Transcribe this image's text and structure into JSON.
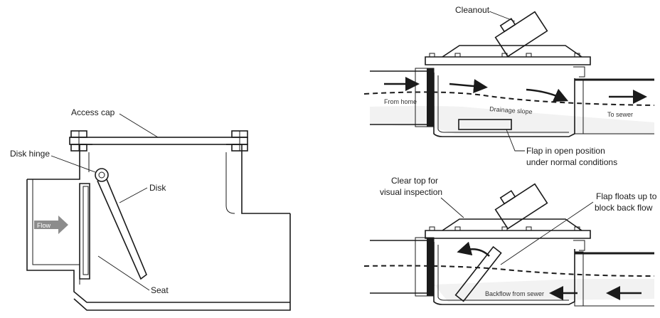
{
  "labels": {
    "access_cap": "Access cap",
    "disk_hinge": "Disk hinge",
    "disk": "Disk",
    "flow": "Flow",
    "seat": "Seat",
    "cleanout": "Cleanout",
    "from_home": "From home",
    "drainage_slope": "Drainage slope",
    "to_sewer": "To sewer",
    "flap_open_line1": "Flap in open position",
    "flap_open_line2": "under normal conditions",
    "clear_top_line1": "Clear top for",
    "clear_top_line2": "visual inspection",
    "flap_floats_line1": "Flap floats up to",
    "flap_floats_line2": "block back flow",
    "backflow": "Backflow from sewer"
  },
  "colors": {
    "line": "#1a1a1a",
    "flow_arrow_fill": "#8c8c8c",
    "flap_fill": "#d9d9d9",
    "pipe_shade": "#eeeeee",
    "water": "#f2f2f2"
  }
}
